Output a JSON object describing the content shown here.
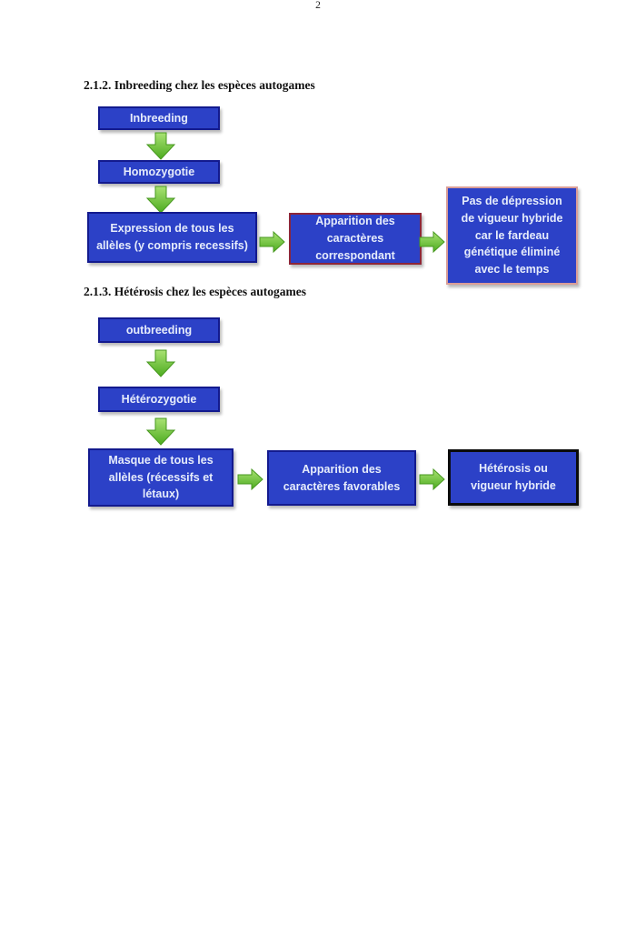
{
  "document": {
    "page_number": "2",
    "sections": [
      {
        "heading": "2.1.2. Inbreeding chez les espèces autogames",
        "boxes": [
          {
            "id": "inbreeding",
            "label": "Inbreeding"
          },
          {
            "id": "homozygotie",
            "label": "Homozygotie"
          },
          {
            "id": "expression-alleles",
            "label": "Expression de tous les\nallèles (y compris recessifs)"
          },
          {
            "id": "apparition-correspondant",
            "label": "Apparition des\ncaractères\ncorrespondant"
          },
          {
            "id": "pas-de-depression",
            "label": "Pas de dépression\nde vigueur hybride\ncar le fardeau\ngénétique éliminé\navec le temps"
          }
        ]
      },
      {
        "heading": "2.1.3. Hétérosis chez les espèces autogames",
        "boxes": [
          {
            "id": "outbreeding",
            "label": "outbreeding"
          },
          {
            "id": "heterozygotie",
            "label": "Hétérozygotie"
          },
          {
            "id": "masque-alleles",
            "label": "Masque de tous les\nallèles (récessifs et\nlétaux)"
          },
          {
            "id": "apparition-favorables",
            "label": "Apparition des\ncaractères favorables"
          },
          {
            "id": "heterosis",
            "label": "Hétérosis ou\nvigueur hybride"
          }
        ]
      }
    ],
    "colors": {
      "box_fill": "#2C41C7",
      "box_border": "#131A8E",
      "accent_border_red": "#8E2638",
      "accent_border_pink": "#DA9E98",
      "accent_border_black": "#0B0B0B",
      "arrow_green_light": "#A9E273",
      "arrow_green_dark": "#4CAB1F",
      "box_text": "#E6ECFB"
    }
  }
}
